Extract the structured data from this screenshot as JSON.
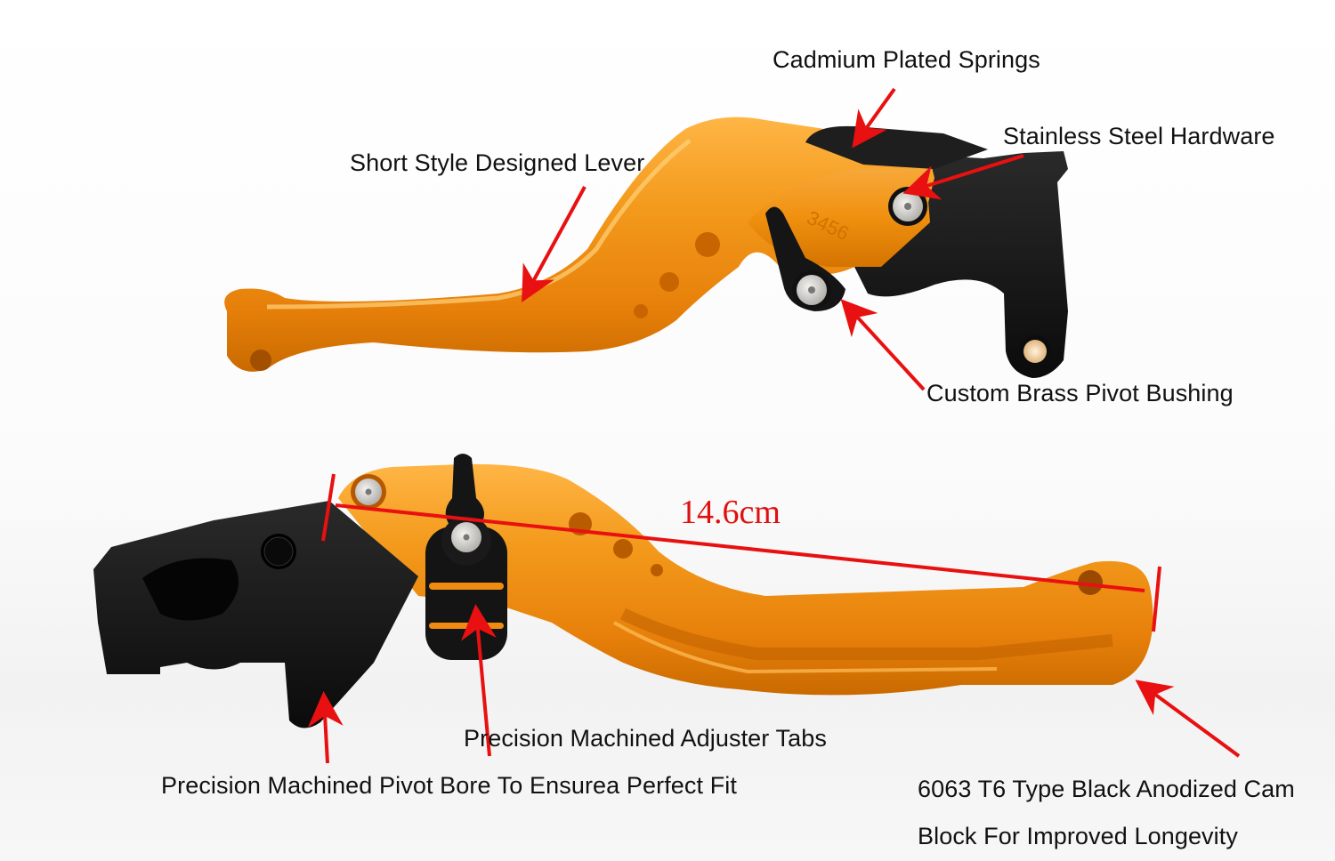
{
  "image": {
    "subject": "Orange short-style adjustable motorcycle brake/clutch levers with black anodized cam blocks",
    "colors": {
      "lever_orange": "#f08a10",
      "lever_orange_light": "#ffb040",
      "lever_orange_dark": "#c86a00",
      "block_black": "#141414",
      "annotation_red": "#e81010",
      "text": "#111111",
      "hardware_silver": "#d8d6d2",
      "brass": "#e8c68a"
    },
    "adjuster_marks": "3456"
  },
  "labels": {
    "cadmium_springs": "Cadmium Plated Springs",
    "stainless_hardware": "Stainless Steel Hardware",
    "short_style_lever": "Short Style Designed Lever",
    "brass_bushing": "Custom Brass Pivot Bushing",
    "adjuster_tabs": "Precision Machined Adjuster Tabs",
    "pivot_bore": "Precision Machined Pivot Bore To Ensurea Perfect Fit",
    "cam_block_line1": "6063 T6 Type Black Anodized Cam",
    "cam_block_line2": "Block For Improved Longevity"
  },
  "measurement": {
    "length_label": "14.6cm"
  }
}
